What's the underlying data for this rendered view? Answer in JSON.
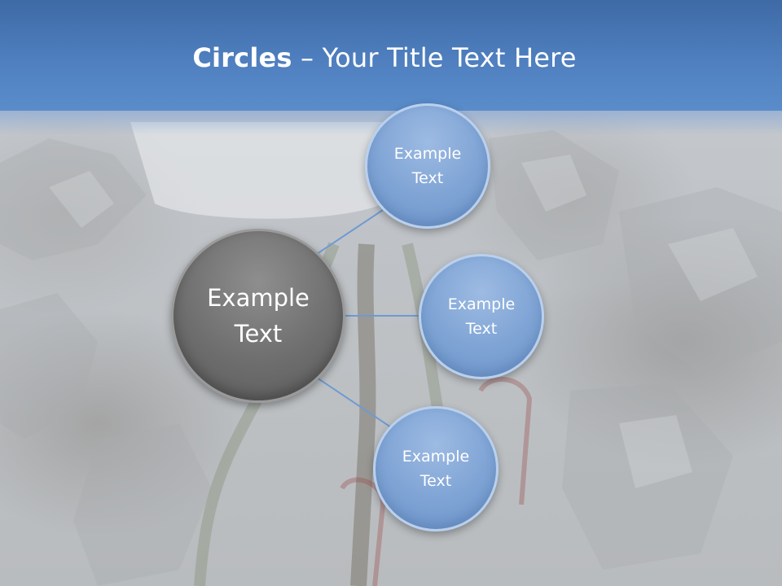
{
  "slide": {
    "title_bold": "Circles",
    "title_rest": " – Your Title Text Here"
  },
  "diagram": {
    "center": {
      "line1": "Example",
      "line2": "Text"
    },
    "nodes": [
      {
        "line1": "Example",
        "line2": "Text"
      },
      {
        "line1": "Example",
        "line2": "Text"
      },
      {
        "line1": "Example",
        "line2": "Text"
      }
    ]
  },
  "colors": {
    "header": "#4f7fbf",
    "center_circle": "#6e6e6e",
    "node_circle": "#7ea3d4",
    "connector": "#6f9ad2"
  }
}
